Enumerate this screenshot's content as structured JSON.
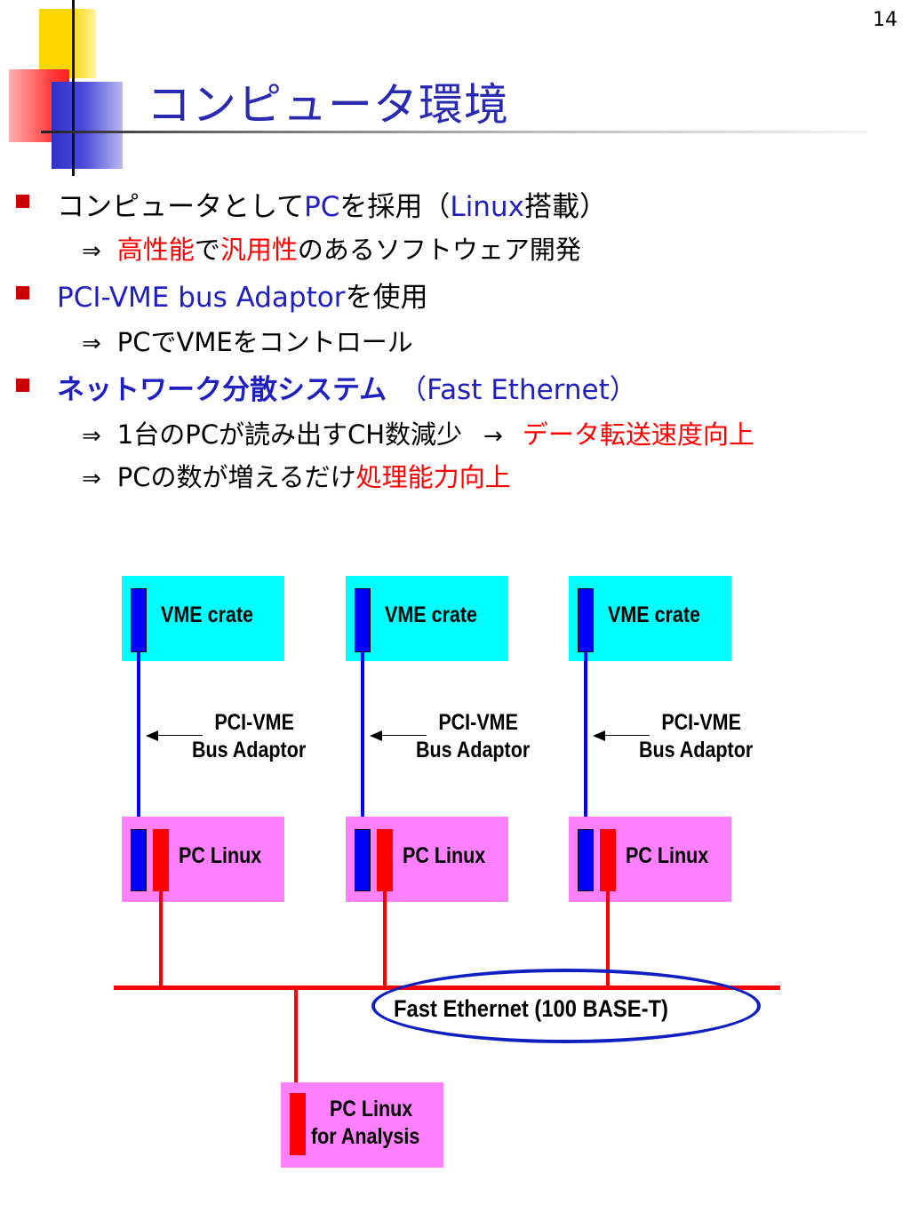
{
  "page_number": "14",
  "title": "コンピュータ環境",
  "bullets": {
    "b1": {
      "text_a": "コンピュータとして",
      "pc": "PC",
      "text_b": "を採用（",
      "linux": "Linux",
      "text_c": "搭載）"
    },
    "b1s1": {
      "arrow": "⇒",
      "high_perf": "高性能",
      "de": "で",
      "general": "汎用性",
      "rest": "のあるソフトウェア開発"
    },
    "b2": {
      "blue": "PCI-VME bus Adaptor",
      "rest": "を使用"
    },
    "b2s1": {
      "arrow": "⇒",
      "text": "PCでVMEをコントロール"
    },
    "b3": {
      "blue": "ネットワーク分散システム",
      "paren": "（Fast Ethernet）"
    },
    "b3s1": {
      "arrow": "⇒",
      "text": "1台のPCが読み出すCH数減少",
      "to": "→",
      "result": "データ転送速度向上"
    },
    "b3s2": {
      "arrow": "⇒",
      "text": "PCの数が増えるだけ",
      "result": "処理能力向上"
    }
  },
  "diagram": {
    "vme_crate": "VME crate",
    "adaptor_line1": "PCI-VME",
    "adaptor_line2": "Bus Adaptor",
    "pc_linux": "PC Linux",
    "ethernet": "Fast Ethernet (100 BASE-T)",
    "analysis_line1": "PC Linux",
    "analysis_line2": "for Analysis"
  },
  "colors": {
    "title": "#2a2ab0",
    "highlight_blue": "#2020c0",
    "highlight_red": "#ff0000",
    "crate_box": "#00ffff",
    "pc_box": "#ff80ff",
    "bus_line": "#ff0000",
    "ellipse": "#1020c0"
  }
}
